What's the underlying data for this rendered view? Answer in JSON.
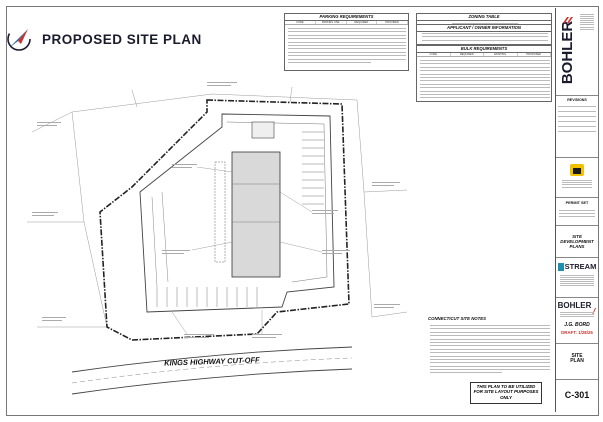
{
  "header": {
    "title": "PROPOSED SITE PLAN"
  },
  "tables": {
    "parking": {
      "title": "PARKING REQUIREMENTS",
      "columns": [
        "CODE",
        "PARKING USE",
        "REQUIRED",
        "PROVIDED"
      ]
    },
    "zoning": {
      "title": "ZONING TABLE"
    },
    "applicant": {
      "title": "APPLICANT / OWNER INFORMATION"
    },
    "bulk": {
      "title": "BULK REQUIREMENTS",
      "columns": [
        "CODE",
        "REQUIRED",
        "EXISTING",
        "PROPOSED"
      ]
    }
  },
  "plan": {
    "road_label": "KINGS HIGHWAY CUT-OFF"
  },
  "notes": {
    "title": "CONNECTICUT SITE NOTES"
  },
  "disclaimer": {
    "line1": "THIS PLAN TO BE UTILIZED",
    "line2": "FOR SITE LAYOUT PURPOSES",
    "line3": "ONLY"
  },
  "title_block": {
    "firm": "BOHLER",
    "revisions_label": "REVISIONS",
    "permit_set": "PERMIT SET",
    "project_title_1": "SITE DEVELOPMENT",
    "project_title_2": "PLANS",
    "client": "STREAM",
    "firm_footer": "BOHLER",
    "engineer": "J.G. BORD",
    "draft": "DRAFT: 1/28/25",
    "sheet_title_1": "SITE",
    "sheet_title_2": "PLAN",
    "sheet_number": "C-301"
  },
  "colors": {
    "brand_red": "#c8342f",
    "brand_blue": "#1d5fa8",
    "stream_teal": "#1f8fb0",
    "ink": "#1b1b2e",
    "badge_green": "#f2c200"
  }
}
